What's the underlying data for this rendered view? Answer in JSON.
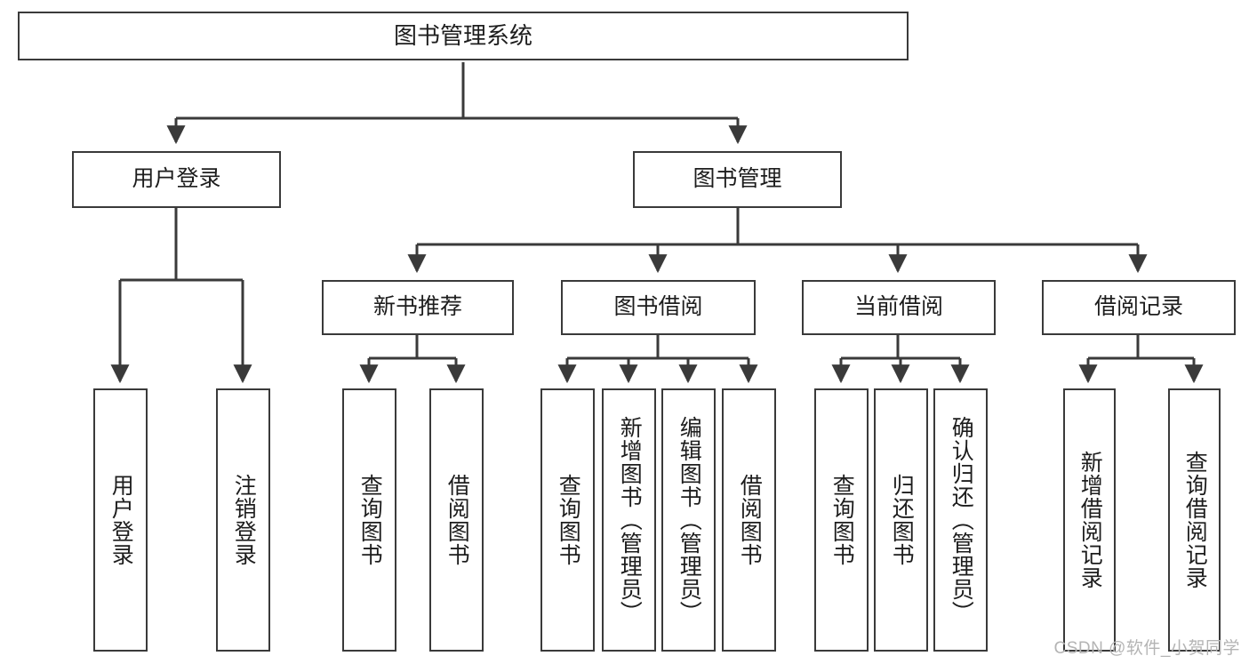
{
  "diagram": {
    "type": "tree",
    "title": "图书管理系统",
    "watermark": "CSDN @软件_小贺同学",
    "colors": {
      "box_border": "#3a3a3a",
      "box_fill": "#ffffff",
      "edge": "#3a3a3a",
      "text": "#1d1d1d",
      "watermark": "#b4b4b4"
    },
    "nodes": {
      "root": {
        "label": "图书管理系统",
        "level": 1,
        "orientation": "horizontal"
      },
      "login": {
        "label": "用户登录",
        "level": 2,
        "orientation": "horizontal"
      },
      "book_manage": {
        "label": "图书管理",
        "level": 2,
        "orientation": "horizontal"
      },
      "new_book": {
        "label": "新书推荐",
        "level": 3,
        "orientation": "horizontal"
      },
      "borrow": {
        "label": "图书借阅",
        "level": 3,
        "orientation": "horizontal"
      },
      "current_borrow": {
        "label": "当前借阅",
        "level": 3,
        "orientation": "horizontal"
      },
      "borrow_record": {
        "label": "借阅记录",
        "level": 3,
        "orientation": "horizontal"
      },
      "leaf_user_login": {
        "label": "用户登录",
        "level": 4,
        "orientation": "vertical"
      },
      "leaf_logout": {
        "label": "注销登录",
        "level": 4,
        "orientation": "vertical"
      },
      "leaf_query_book_1": {
        "label": "查询图书",
        "level": 4,
        "orientation": "vertical"
      },
      "leaf_borrow_book_1": {
        "label": "借阅图书",
        "level": 4,
        "orientation": "vertical"
      },
      "leaf_query_book_2": {
        "label": "查询图书",
        "level": 4,
        "orientation": "vertical"
      },
      "leaf_add_book": {
        "label": "新增图书（管理员）",
        "level": 4,
        "orientation": "vertical"
      },
      "leaf_edit_book": {
        "label": "编辑图书（管理员）",
        "level": 4,
        "orientation": "vertical"
      },
      "leaf_borrow_book_2": {
        "label": "借阅图书",
        "level": 4,
        "orientation": "vertical"
      },
      "leaf_query_book_3": {
        "label": "查询图书",
        "level": 4,
        "orientation": "vertical"
      },
      "leaf_return_book": {
        "label": "归还图书",
        "level": 4,
        "orientation": "vertical"
      },
      "leaf_confirm_return": {
        "label": "确认归还（管理员）",
        "level": 4,
        "orientation": "vertical"
      },
      "leaf_add_record": {
        "label": "新增借阅记录",
        "level": 4,
        "orientation": "vertical"
      },
      "leaf_query_record": {
        "label": "查询借阅记录",
        "level": 4,
        "orientation": "vertical"
      }
    },
    "edges": [
      {
        "from": "root",
        "to": "login"
      },
      {
        "from": "root",
        "to": "book_manage"
      },
      {
        "from": "login",
        "to": "leaf_user_login"
      },
      {
        "from": "login",
        "to": "leaf_logout"
      },
      {
        "from": "book_manage",
        "to": "new_book"
      },
      {
        "from": "book_manage",
        "to": "borrow"
      },
      {
        "from": "book_manage",
        "to": "current_borrow"
      },
      {
        "from": "book_manage",
        "to": "borrow_record"
      },
      {
        "from": "new_book",
        "to": "leaf_query_book_1"
      },
      {
        "from": "new_book",
        "to": "leaf_borrow_book_1"
      },
      {
        "from": "borrow",
        "to": "leaf_query_book_2"
      },
      {
        "from": "borrow",
        "to": "leaf_add_book"
      },
      {
        "from": "borrow",
        "to": "leaf_edit_book"
      },
      {
        "from": "borrow",
        "to": "leaf_borrow_book_2"
      },
      {
        "from": "current_borrow",
        "to": "leaf_query_book_3"
      },
      {
        "from": "current_borrow",
        "to": "leaf_return_book"
      },
      {
        "from": "current_borrow",
        "to": "leaf_confirm_return"
      },
      {
        "from": "borrow_record",
        "to": "leaf_add_record"
      },
      {
        "from": "borrow_record",
        "to": "leaf_query_record"
      }
    ]
  }
}
